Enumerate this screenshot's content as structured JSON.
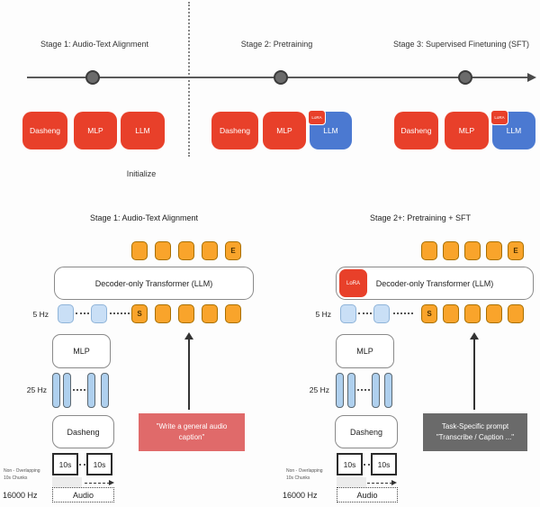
{
  "colors": {
    "red": "#E8402A",
    "blue": "#4B79D1",
    "orange_fill": "#F9A42B",
    "orange_border": "#A86F00",
    "lightblue_fill": "#C9DFF6",
    "lightblue_border": "#8FB4D9",
    "bar_fill": "#AFD0EE",
    "bar_border": "#5B6770",
    "pink_prompt": "#E06A6A",
    "gray_prompt": "#6A6A6A"
  },
  "timeline": {
    "stage1_title": "Stage 1: Audio-Text Alignment",
    "stage2_title": "Stage 2: Pretraining",
    "stage3_title": "Stage 3: Supervised Finetuning (SFT)",
    "initialize_label": "Initialize",
    "lora_label": "LoRA",
    "stage1_boxes": {
      "dasheng": "Dasheng",
      "mlp": "MLP",
      "llm": "LLM"
    },
    "stage2_boxes": {
      "dasheng": "Dasheng",
      "mlp": "MLP",
      "llm": "LLM"
    },
    "stage3_boxes": {
      "dasheng": "Dasheng",
      "mlp": "MLP",
      "llm": "LLM"
    }
  },
  "left_diagram": {
    "title": "Stage 1: Audio-Text Alignment",
    "end_token": "E",
    "start_token": "S",
    "decoder_label": "Decoder-only Transformer (LLM)",
    "rate_output": "5 Hz",
    "mlp_label": "MLP",
    "rate_encoder": "25 Hz",
    "dasheng_label": "Dasheng",
    "chunk_label_1": "10s",
    "chunk_label_2": "10s",
    "chunk_note_line1": "Non - Overlapping",
    "chunk_note_line2": "10s Chunks",
    "rate_input": "16000 Hz",
    "audio_label": "Audio",
    "prompt_text": "\"Write a general audio caption\""
  },
  "right_diagram": {
    "title": "Stage 2+: Pretraining + SFT",
    "lora_label": "LoRA",
    "end_token": "E",
    "start_token": "S",
    "decoder_label": "Decoder-only Transformer (LLM)",
    "rate_output": "5 Hz",
    "mlp_label": "MLP",
    "rate_encoder": "25 Hz",
    "dasheng_label": "Dasheng",
    "chunk_label_1": "10s",
    "chunk_label_2": "10s",
    "chunk_note_line1": "Non - Overlapping",
    "chunk_note_line2": "10s Chunks",
    "rate_input": "16000 Hz",
    "audio_label": "Audio",
    "prompt_line1": "Task-Specific prompt",
    "prompt_line2": "\"Transcribe / Caption ...\""
  }
}
